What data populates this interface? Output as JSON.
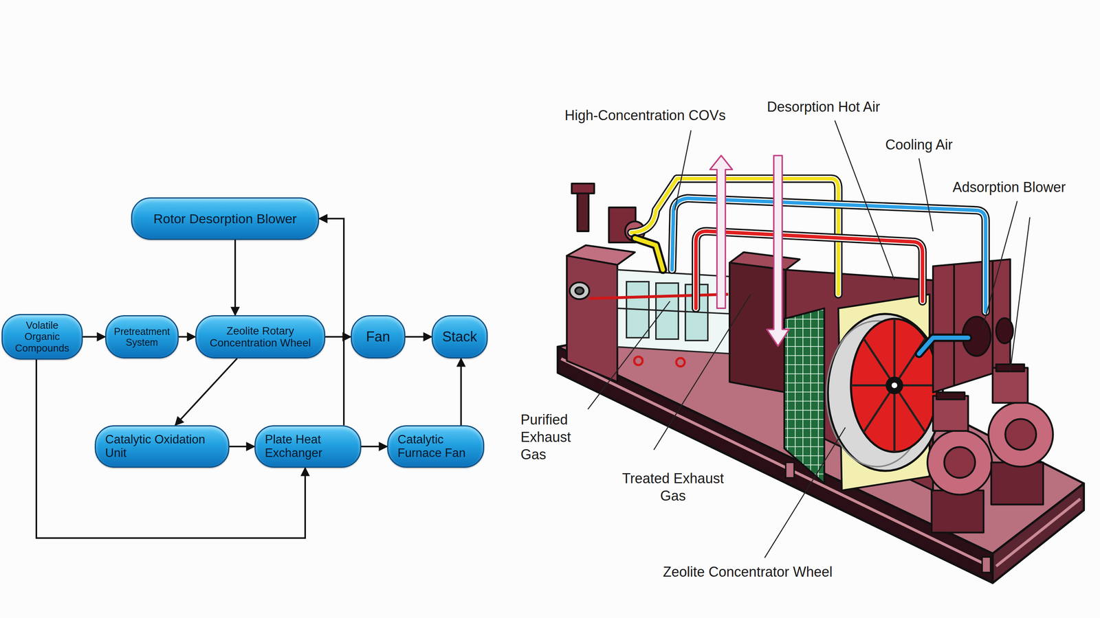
{
  "diagram": {
    "nodes": [
      {
        "text": [
          "Rotor Desorption Blower"
        ]
      },
      {
        "text": [
          "Volatile Organic Compounds"
        ]
      },
      {
        "text": [
          "Pretreatment System"
        ]
      },
      {
        "text": [
          "Zeolite Rotary Concentration Wheel"
        ]
      },
      {
        "text": [
          "Fan"
        ]
      },
      {
        "text": [
          "Stack"
        ]
      },
      {
        "text": [
          "Catalytic Oxidation Unit"
        ]
      },
      {
        "text": [
          "Plate Heat Exchanger"
        ]
      },
      {
        "text": [
          "Catalytic Furnace Fan"
        ]
      }
    ],
    "edges": [
      {
        "from": 1,
        "to": 2,
        "arrow": "to"
      },
      {
        "from": 2,
        "to": 3,
        "arrow": "to"
      },
      {
        "from": 3,
        "to": 4,
        "arrow": "to"
      },
      {
        "from": 4,
        "to": 5,
        "arrow": "to"
      },
      {
        "from": 0,
        "to": 3,
        "arrow": "to"
      },
      {
        "from": 3,
        "to": 6,
        "arrow": "to"
      },
      {
        "from": 6,
        "to": 7,
        "arrow": "to"
      },
      {
        "from": 7,
        "to": 8,
        "arrow": "to"
      },
      {
        "from": 8,
        "to": 5,
        "arrow": "to"
      },
      {
        "from": 7,
        "to": 0,
        "arrow": "to"
      },
      {
        "from": 1,
        "to": 7,
        "arrow": "to"
      }
    ],
    "labels": [
      "High-Concentration COVs",
      "Desorption Hot Air",
      "Cooling Air",
      "Adsorption Blower",
      "Purified Exhaust Gas",
      "Treated Exhaust Gas",
      "Zeolite Concentrator Wheel"
    ]
  }
}
